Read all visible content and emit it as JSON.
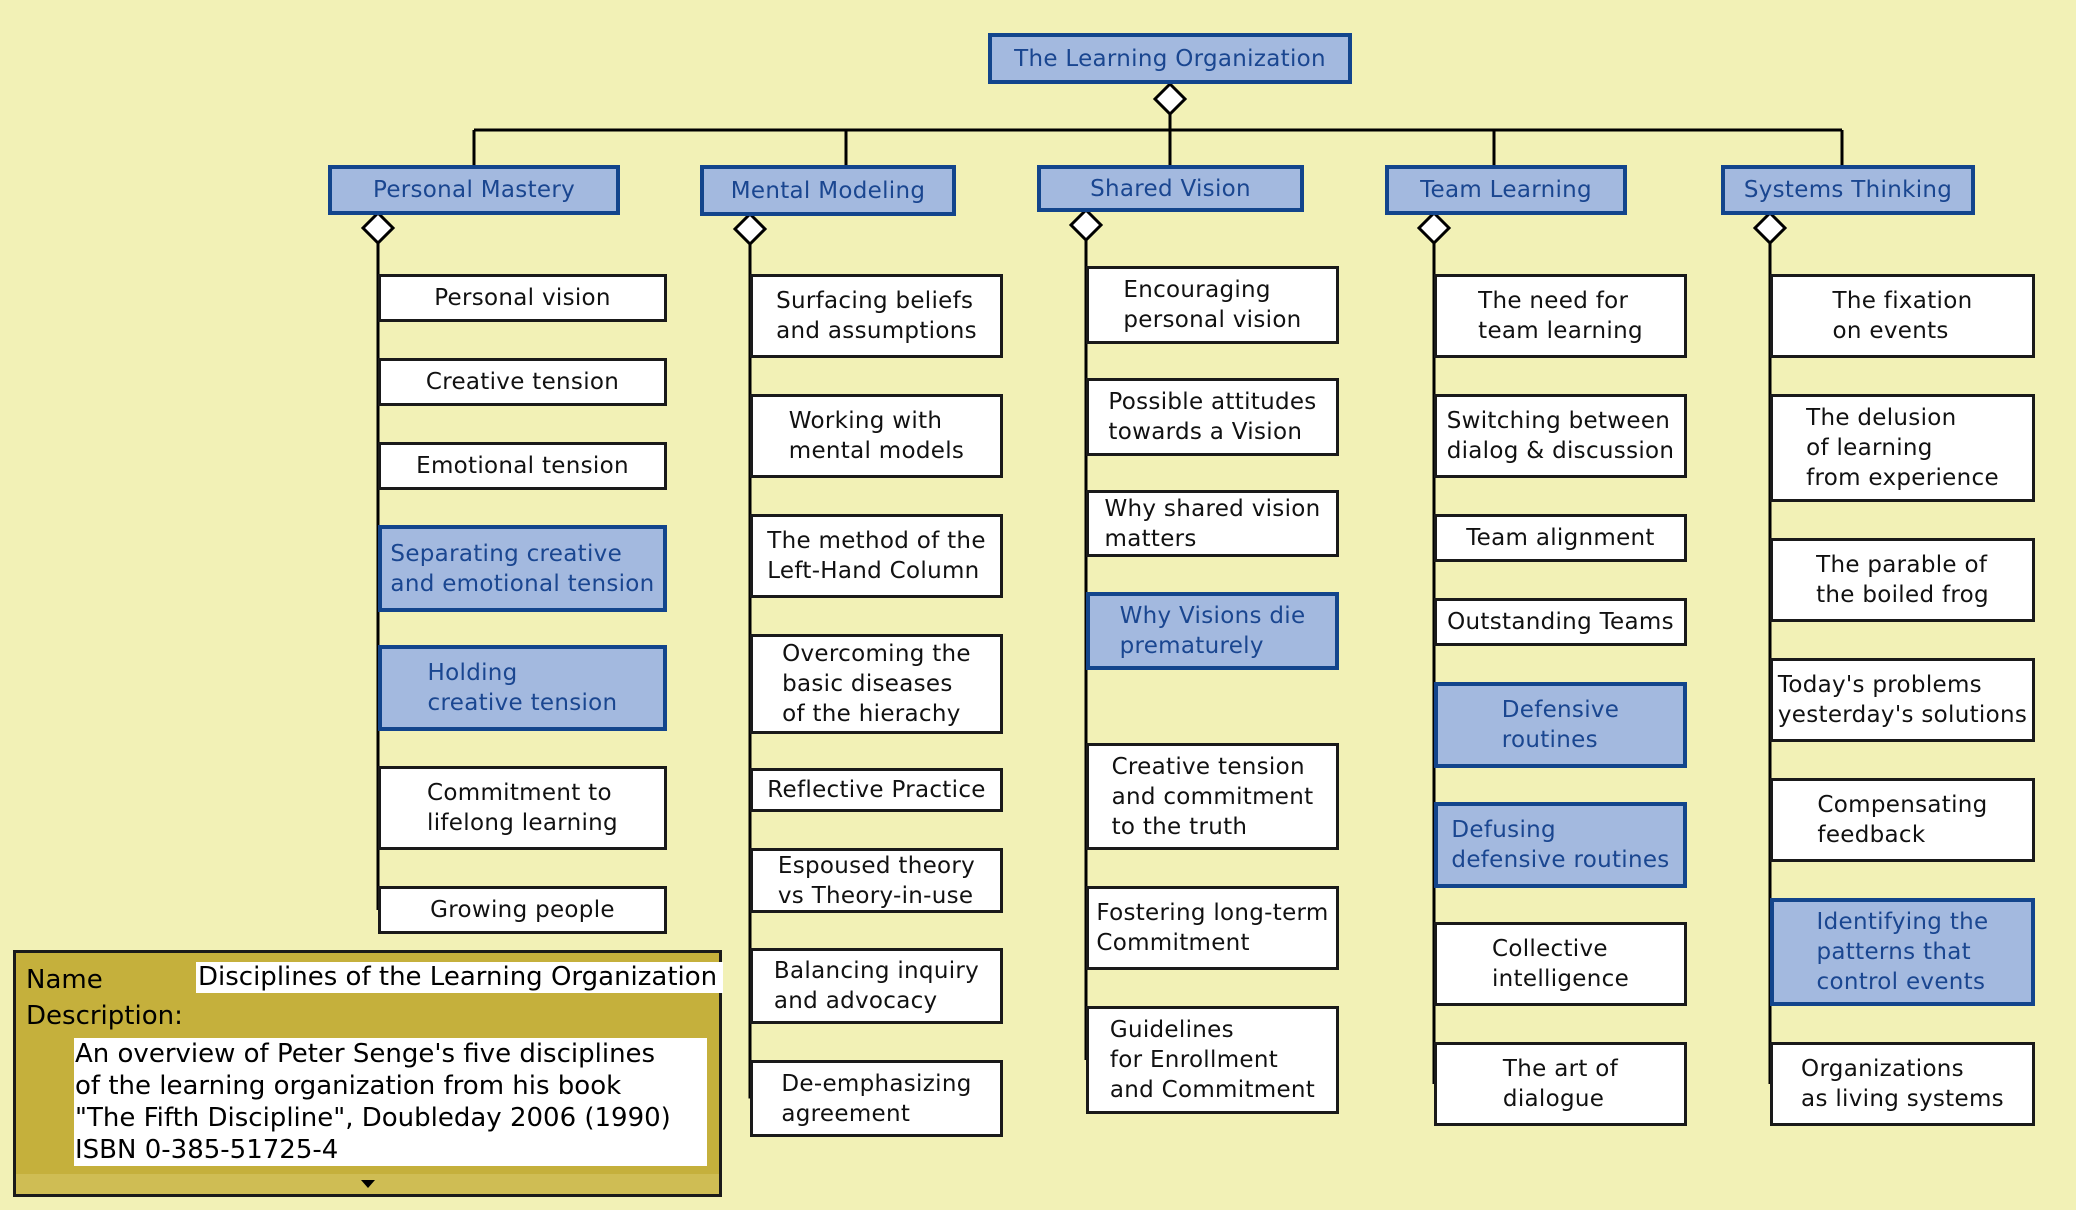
{
  "diagram": {
    "root": {
      "label": "The Learning Organization"
    },
    "disciplines": [
      {
        "label": "Personal Mastery",
        "children": [
          {
            "label": "Personal vision",
            "highlighted": false
          },
          {
            "label": "Creative tension",
            "highlighted": false
          },
          {
            "label": "Emotional tension",
            "highlighted": false
          },
          {
            "label": "Separating creative\nand emotional tension",
            "highlighted": true
          },
          {
            "label": "Holding\ncreative tension",
            "highlighted": true
          },
          {
            "label": "Commitment to\nlifelong learning",
            "highlighted": false
          },
          {
            "label": "Growing people",
            "highlighted": false
          }
        ]
      },
      {
        "label": "Mental Modeling",
        "children": [
          {
            "label": "Surfacing beliefs\nand assumptions",
            "highlighted": false
          },
          {
            "label": "Working with\nmental models",
            "highlighted": false
          },
          {
            "label": "The method of the\nLeft-Hand Column",
            "highlighted": false
          },
          {
            "label": "Overcoming the\nbasic diseases\nof the hierachy",
            "highlighted": false
          },
          {
            "label": "Reflective Practice",
            "highlighted": false
          },
          {
            "label": "Espoused theory\nvs Theory-in-use",
            "highlighted": false
          },
          {
            "label": "Balancing inquiry\nand advocacy",
            "highlighted": false
          },
          {
            "label": "De-emphasizing\nagreement",
            "highlighted": false
          }
        ]
      },
      {
        "label": "Shared Vision",
        "children": [
          {
            "label": "Encouraging\npersonal vision",
            "highlighted": false
          },
          {
            "label": "Possible attitudes\ntowards a Vision",
            "highlighted": false
          },
          {
            "label": "Why shared vision\nmatters",
            "highlighted": false
          },
          {
            "label": "Why Visions die\nprematurely",
            "highlighted": true
          },
          {
            "label": "Creative tension\nand commitment\nto the truth",
            "highlighted": false
          },
          {
            "label": "Fostering long-term\nCommitment",
            "highlighted": false
          },
          {
            "label": "Guidelines\nfor Enrollment\nand Commitment",
            "highlighted": false
          }
        ]
      },
      {
        "label": "Team Learning",
        "children": [
          {
            "label": "The need for\nteam learning",
            "highlighted": false
          },
          {
            "label": "Switching between\ndialog & discussion",
            "highlighted": false
          },
          {
            "label": "Team alignment",
            "highlighted": false
          },
          {
            "label": "Outstanding Teams",
            "highlighted": false
          },
          {
            "label": "Defensive\nroutines",
            "highlighted": true
          },
          {
            "label": "Defusing\ndefensive routines",
            "highlighted": true
          },
          {
            "label": "Collective\nintelligence",
            "highlighted": false
          },
          {
            "label": "The art of\ndialogue",
            "highlighted": false
          }
        ]
      },
      {
        "label": "Systems Thinking",
        "children": [
          {
            "label": "The fixation\non events",
            "highlighted": false
          },
          {
            "label": "The delusion\nof learning\nfrom experience",
            "highlighted": false
          },
          {
            "label": "The parable of\nthe boiled frog",
            "highlighted": false
          },
          {
            "label": "Today's problems\nyesterday's solutions",
            "highlighted": false
          },
          {
            "label": "Compensating\nfeedback",
            "highlighted": false
          },
          {
            "label": "Identifying the\npatterns that\ncontrol events",
            "highlighted": true
          },
          {
            "label": "Organizations\nas living systems",
            "highlighted": false
          }
        ]
      }
    ],
    "colors": {
      "background": "#f2f1b6",
      "highlight_fill": "#a3b9df",
      "highlight_border": "#13458c",
      "highlight_text": "#1a4690",
      "panel": "#c5b03c"
    }
  },
  "info_panel": {
    "name_label": "Name",
    "name_value": "Disciplines of the Learning Organization",
    "description_label": "Description:",
    "description_lines": [
      "An overview of Peter Senge's five disciplines",
      "of the learning organization from his book",
      "\"The Fifth Discipline\", Doubleday 2006 (1990)",
      "ISBN 0-385-51725-4"
    ],
    "expand_icon": "triangle-down-icon"
  }
}
